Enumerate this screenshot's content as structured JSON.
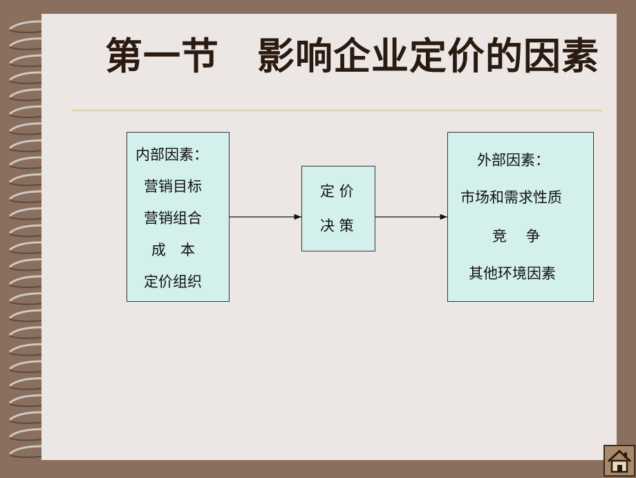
{
  "slide": {
    "title": "第一节　影响企业定价的因素"
  },
  "diagram": {
    "internal": {
      "heading": "内部因素：",
      "items": [
        "营销目标",
        "营销组合",
        "成　本",
        "定价组织"
      ]
    },
    "decision": {
      "lines": [
        "定 价",
        "决 策"
      ]
    },
    "external": {
      "heading": "外部因素：",
      "items": [
        "市场和需求性质",
        "竞　 争",
        "其他环境因素"
      ]
    }
  },
  "nav": {
    "home_icon": "home-icon"
  },
  "colors": {
    "background": "#8a6e5e",
    "paper": "#ece7e4",
    "box_fill": "#d3f0ec",
    "title": "#2a1a10"
  }
}
